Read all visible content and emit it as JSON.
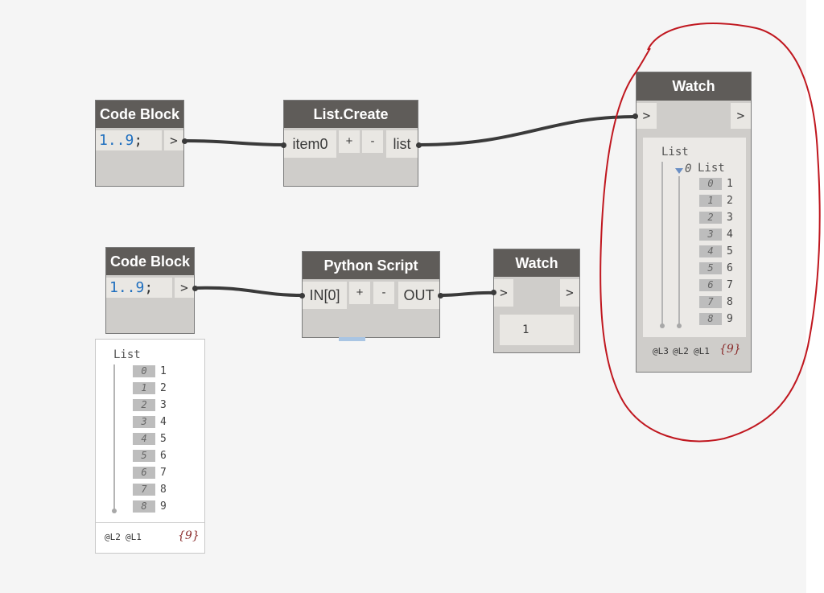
{
  "nodes": {
    "code_block_1": {
      "title": "Code Block",
      "code": "1..9",
      "code_end": ";",
      "out_port": ">"
    },
    "list_create": {
      "title": "List.Create",
      "in_port": "item0",
      "add": "+",
      "remove": "-",
      "out_port": "list"
    },
    "code_block_2": {
      "title": "Code Block",
      "code": "1..9",
      "code_end": ";",
      "out_port": ">"
    },
    "python_script": {
      "title": "Python Script",
      "in_port": "IN[0]",
      "add": "+",
      "remove": "-",
      "out_port": "OUT"
    },
    "watch_small": {
      "title": "Watch",
      "in_port": ">",
      "out_port": ">",
      "value": "1"
    },
    "watch_large": {
      "title": "Watch",
      "in_port": ">",
      "out_port": ">",
      "outer_label": "List",
      "inner_index": "0",
      "inner_label": "List",
      "levels": [
        "@L3",
        "@L2",
        "@L1"
      ],
      "count": "{9}"
    }
  },
  "list_items": [
    {
      "index": "0",
      "value": "1"
    },
    {
      "index": "1",
      "value": "2"
    },
    {
      "index": "2",
      "value": "3"
    },
    {
      "index": "3",
      "value": "4"
    },
    {
      "index": "4",
      "value": "5"
    },
    {
      "index": "5",
      "value": "6"
    },
    {
      "index": "6",
      "value": "7"
    },
    {
      "index": "7",
      "value": "8"
    },
    {
      "index": "8",
      "value": "9"
    }
  ],
  "preview_bubble": {
    "label": "List",
    "levels": [
      "@L2",
      "@L1"
    ],
    "count": "{9}"
  },
  "colors": {
    "canvas": "#f5f5f5",
    "node_header": "#5f5c59",
    "node_body": "#cfcdca",
    "wire": "#3a3a3a",
    "annotation": "#c0171f",
    "code_number": "#1f6fbf"
  }
}
